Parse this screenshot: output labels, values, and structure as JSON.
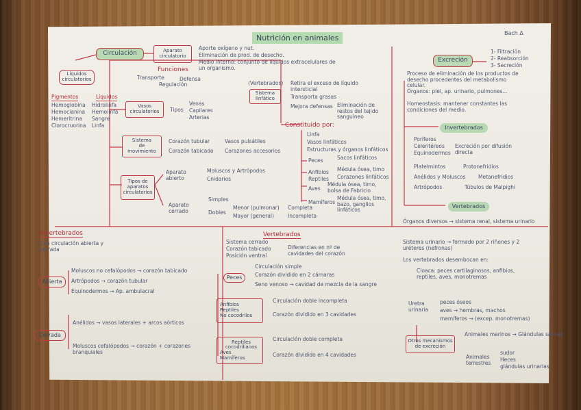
{
  "title": "Nutrición en animales",
  "corner": "Bach Δ",
  "circulacion": {
    "main": "Circulación",
    "aparato": "Aparato\ncirculatorio",
    "ap_notes": [
      "Aporte oxígeno y nut.",
      "Eliminación de prod. de desecho.",
      "Medio interno: conjunto de líquidos extracelulares de un organismo."
    ],
    "funciones": "Funciones",
    "fun_items": [
      "Transporte",
      "Regulación",
      "Defensa"
    ],
    "liquidos": "Líquidos\ncirculatorios",
    "pigmentos": "Pigmentos",
    "pig_items": [
      "Hemoglobina",
      "Hemocianina",
      "Hemeritrina",
      "Clorocruorina"
    ],
    "liq_label": "Líquidos",
    "liq_items": [
      "Hidrolinfa",
      "Hemolinfa",
      "Sangre",
      "Linfa"
    ],
    "vasos": "Vasos\ncirculatorios",
    "tipos": "Tipos",
    "vasos_items": [
      "Venas",
      "Capilares",
      "Arterias"
    ],
    "sistema_mov": "Sistema\nde\nmovimiento",
    "mov_a": "Corazón tubular",
    "mov_b": "Corazón tabicado",
    "mov_c": "Vasos pulsátiles",
    "mov_d": "Corazones accesorios",
    "tipos_ap": "Tipos de\naparatos\ncirculatorios",
    "ap_abierto": "Aparato\nabierto",
    "abierto_items": [
      "Moluscos y Artrópodos",
      "Cnidarios"
    ],
    "ap_cerrado": "Aparato\ncerrado",
    "cerr_simples": "Simples",
    "cerr_dobles": "Dobles",
    "dob_menor": "Menor (pulmonar)",
    "dob_mayor": "Mayor (general)",
    "completa": "Completa",
    "incompleta": "Incompleta",
    "linf_sistema": "Sistema\nlinfático",
    "linf_head": "(Vertebrados)",
    "linf_notes": [
      "Retira el exceso de líquido intersticial",
      "Transporta grasas",
      "Mejora defensas",
      "Eliminación de restos del tejido sanguíneo"
    ],
    "constituido": "Constituido por:",
    "const_items": [
      "Linfa",
      "Vasos linfáticos",
      "Estructuras y órganos linfáticos"
    ],
    "organos": [
      "Peces",
      "Anfibios",
      "Reptiles",
      "Aves",
      "Mamíferos"
    ],
    "org_notes": [
      "Sacos linfáticos",
      "Médula ósea, timo",
      "Corazones linfáticos",
      "Médula ósea, timo, bolsa de Fabricio",
      "Médula ósea, timo, bazo, ganglios linfáticos"
    ]
  },
  "excrecion": {
    "main": "Excreción",
    "ex_types": [
      "1- Filtración",
      "2- Reabsorción",
      "3- Secreción"
    ],
    "def": "Proceso de eliminación de los productos de desecho procedentes del metabolismo celular.",
    "organos": "Órganos: piel, ap. urinario, pulmones...",
    "homeostasis": "Homeostasis: mantener constantes las condiciones del medio.",
    "invert": "Invertebrados",
    "inv_groups": [
      "Poríferos",
      "Celentéreos",
      "Equinodermos"
    ],
    "inv_diff": "Excreción por difusión directa",
    "inv_rows": [
      [
        "Platelmintos",
        "Protonefridios"
      ],
      [
        "Anélidos y Moluscos",
        "Metanefridios"
      ],
      [
        "Artrópodos",
        "Túbulos de Malpighi"
      ]
    ],
    "vert": "Vertebrados",
    "vert_items": [
      "Órganos diversos → sistema renal, sistema urinario",
      "Sistema urinario → formado por 2 riñones y 2 uréteres (nefronas)",
      "Los vertebrados desembocan en:"
    ],
    "cloaca": [
      "Cloaca: peces cartilaginosos, anfibios, reptiles, aves, monotremas"
    ],
    "uretra": "Uretra urinaria",
    "uretra_items": [
      "peces óseos",
      "aves → hembras, machos",
      "mamíferos → (excep. monotremas)"
    ],
    "otros": "Otros mecanismos\nde excreción",
    "otros_a": "Animales marinos → Glándulas salinas",
    "otros_b": "Animales terrestres",
    "otros_b_items": [
      "sudor",
      "Heces",
      "glándulas urinarias"
    ]
  },
  "invertebrados": {
    "head": "Invertebrados",
    "sub": "Con circulación abierta y cerrada",
    "abierta": "Abierta",
    "ab_items": [
      "Moluscos no cefalópodos → corazón tabicado",
      "Artrópodos → corazón tubular",
      "Equinodermos → Ap. ambulacral"
    ],
    "cerrada": "Cerrada",
    "ce_items": [
      "Anélidos → vasos laterales + arcos aórticos",
      "Moluscos cefalópodos → corazón + corazones branquiales"
    ]
  },
  "vertebrados": {
    "head": "Vertebrados",
    "items": [
      "Sistema cerrado",
      "Corazón tabicado",
      "Posición ventral"
    ],
    "note": "Diferencias en nº de cavidades del corazón",
    "peces": "Peces",
    "peces_items": [
      "Circulación simple",
      "Corazón dividido en 2 cámaras",
      "Seno venoso → cavidad de mezcla de la sangre"
    ],
    "grupo2": [
      "Anfibios",
      "Reptiles",
      "No cocodrilos"
    ],
    "g2_items": [
      "Circulación doble incompleta",
      "Corazón dividido en 3 cavidades"
    ],
    "grupo3": [
      "Reptiles cocodrilianos",
      "Aves",
      "Mamíferos"
    ],
    "g3_items": [
      "Circulación doble completa",
      "Corazón dividido en 4 cavidades"
    ]
  }
}
